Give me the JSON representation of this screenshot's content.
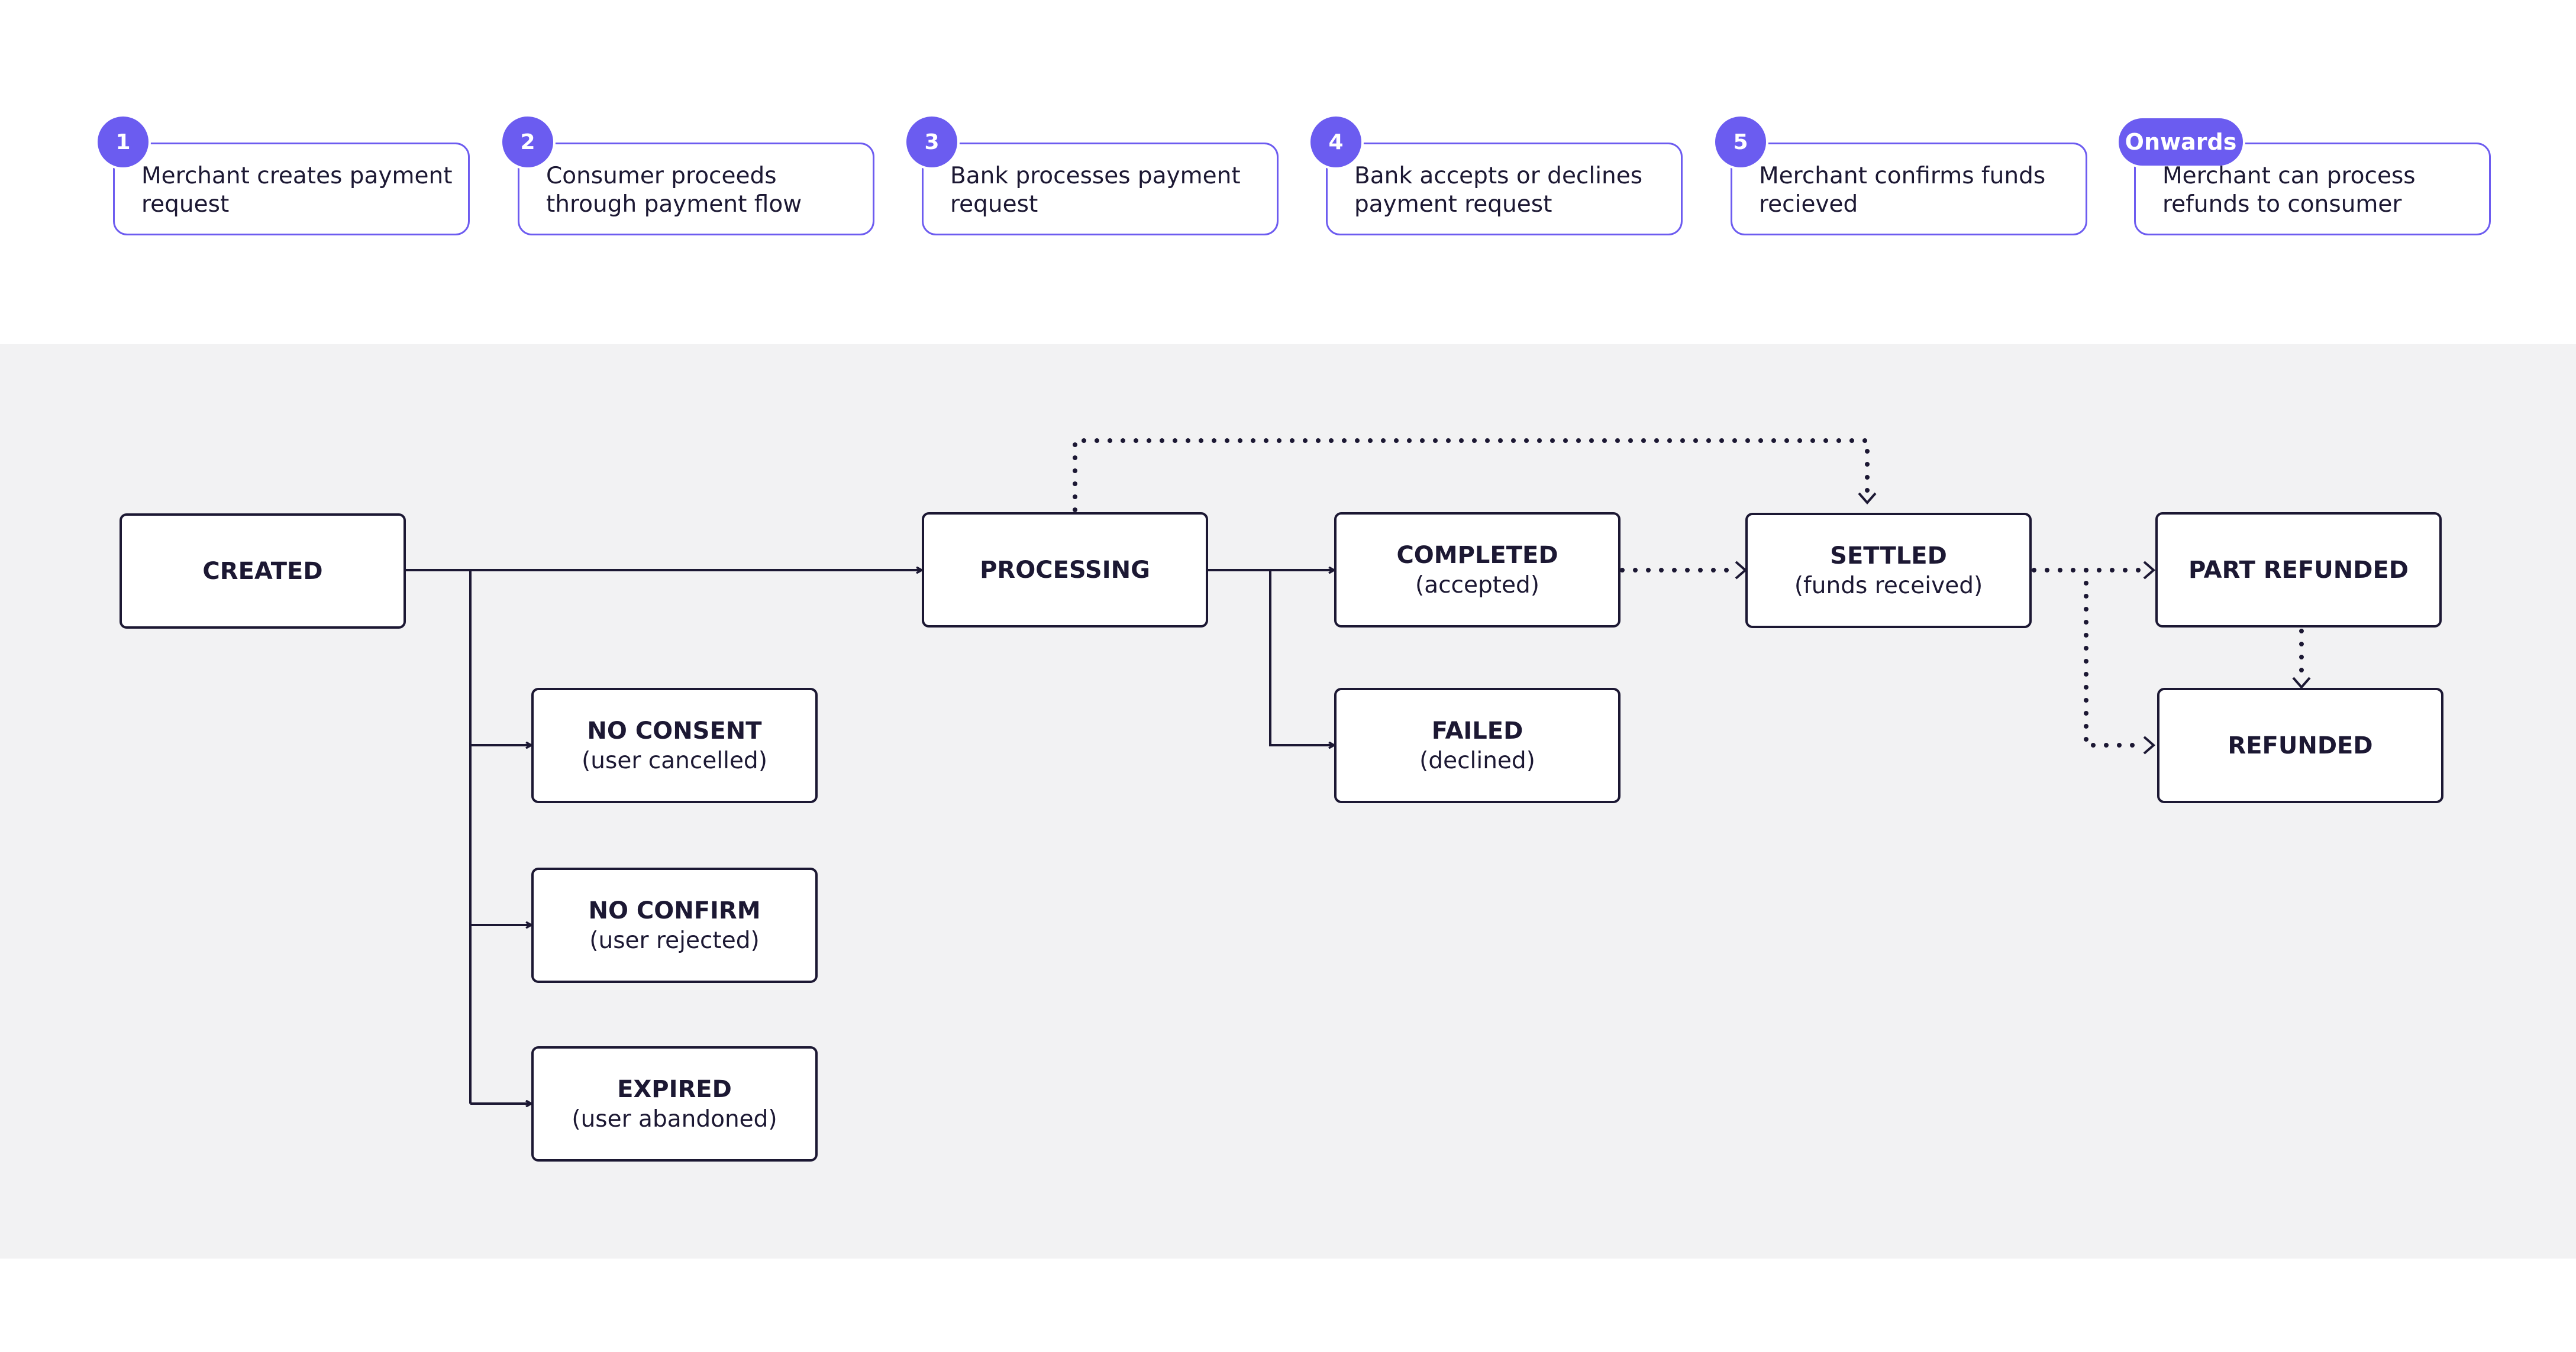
{
  "steps": [
    {
      "badge": "1",
      "text": "Merchant creates payment request"
    },
    {
      "badge": "2",
      "text": "Consumer proceeds through payment flow"
    },
    {
      "badge": "3",
      "text": "Bank processes payment request"
    },
    {
      "badge": "4",
      "text": "Bank accepts or declines payment request"
    },
    {
      "badge": "5",
      "text": "Merchant confirms funds recieved"
    },
    {
      "badge": "Onwards",
      "text": "Merchant can process refunds to consumer"
    }
  ],
  "states": {
    "created": {
      "title": "CREATED",
      "sub": ""
    },
    "no_consent": {
      "title": "NO CONSENT",
      "sub": "(user cancelled)"
    },
    "no_confirm": {
      "title": "NO CONFIRM",
      "sub": "(user rejected)"
    },
    "expired": {
      "title": "EXPIRED",
      "sub": "(user abandoned)"
    },
    "processing": {
      "title": "PROCESSING",
      "sub": ""
    },
    "completed": {
      "title": "COMPLETED",
      "sub": "(accepted)"
    },
    "failed": {
      "title": "FAILED",
      "sub": "(declined)"
    },
    "settled": {
      "title": "SETTLED",
      "sub": "(funds received)"
    },
    "part_refunded": {
      "title": "PART REFUNDED",
      "sub": ""
    },
    "refunded": {
      "title": "REFUNDED",
      "sub": ""
    }
  },
  "colors": {
    "accent": "#6b5cf0",
    "ink": "#1c1833",
    "panel": "#f2f2f3"
  }
}
